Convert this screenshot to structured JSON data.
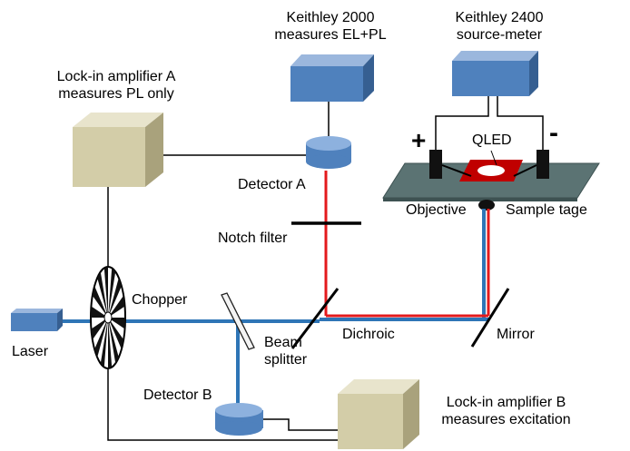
{
  "instruments": {
    "keithley_2000": [
      "Keithley 2000",
      "measures EL+PL"
    ],
    "keithley_2400": [
      "Keithley 2400",
      "source-meter"
    ],
    "lockin_a": [
      "Lock-in amplifier A",
      "measures PL only"
    ],
    "lockin_b": [
      "Lock-in amplifier B",
      "measures excitation"
    ]
  },
  "labels": {
    "detector_a": "Detector A",
    "detector_b": "Detector B",
    "notch_filter": "Notch filter",
    "objective": "Objective",
    "sample_stage": "Sample tage",
    "qled": "QLED",
    "plus": "+",
    "minus": "-",
    "chopper": "Chopper",
    "laser": "Laser",
    "beam_splitter": [
      "Beam",
      "splitter"
    ],
    "dichroic": "Dichroic",
    "mirror": "Mirror"
  },
  "colors": {
    "instrument_blue": "#4f81bd",
    "lockin_beige": "#d3cda8",
    "excitation_beam": "#2e75b6",
    "emission_beam": "#e31a1c",
    "sample_stage": "#5b7373",
    "qled_substrate": "#c00000"
  }
}
